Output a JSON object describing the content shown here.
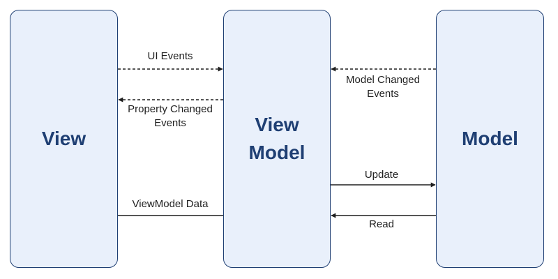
{
  "colors": {
    "box_fill": "#e9f0fb",
    "box_border": "#1f3f73",
    "title_text": "#1f3f73",
    "arrow": "#1f1f1f",
    "label_text": "#1f1f1f"
  },
  "blocks": {
    "view": {
      "label": "View"
    },
    "view_model": {
      "line1": "View",
      "line2": "Model"
    },
    "model": {
      "label": "Model"
    }
  },
  "connections": {
    "ui_events": {
      "label": "UI Events",
      "style": "dashed",
      "direction": "view-to-viewmodel"
    },
    "property_changed": {
      "line1": "Property Changed",
      "line2": "Events",
      "style": "dashed",
      "direction": "viewmodel-to-view"
    },
    "viewmodel_data": {
      "label": "ViewModel Data",
      "style": "solid",
      "direction": "none"
    },
    "model_changed": {
      "line1": "Model Changed",
      "line2": "Events",
      "style": "dashed",
      "direction": "model-to-viewmodel"
    },
    "update": {
      "label": "Update",
      "style": "solid",
      "direction": "viewmodel-to-model"
    },
    "read": {
      "label": "Read",
      "style": "solid",
      "direction": "model-to-viewmodel"
    }
  }
}
